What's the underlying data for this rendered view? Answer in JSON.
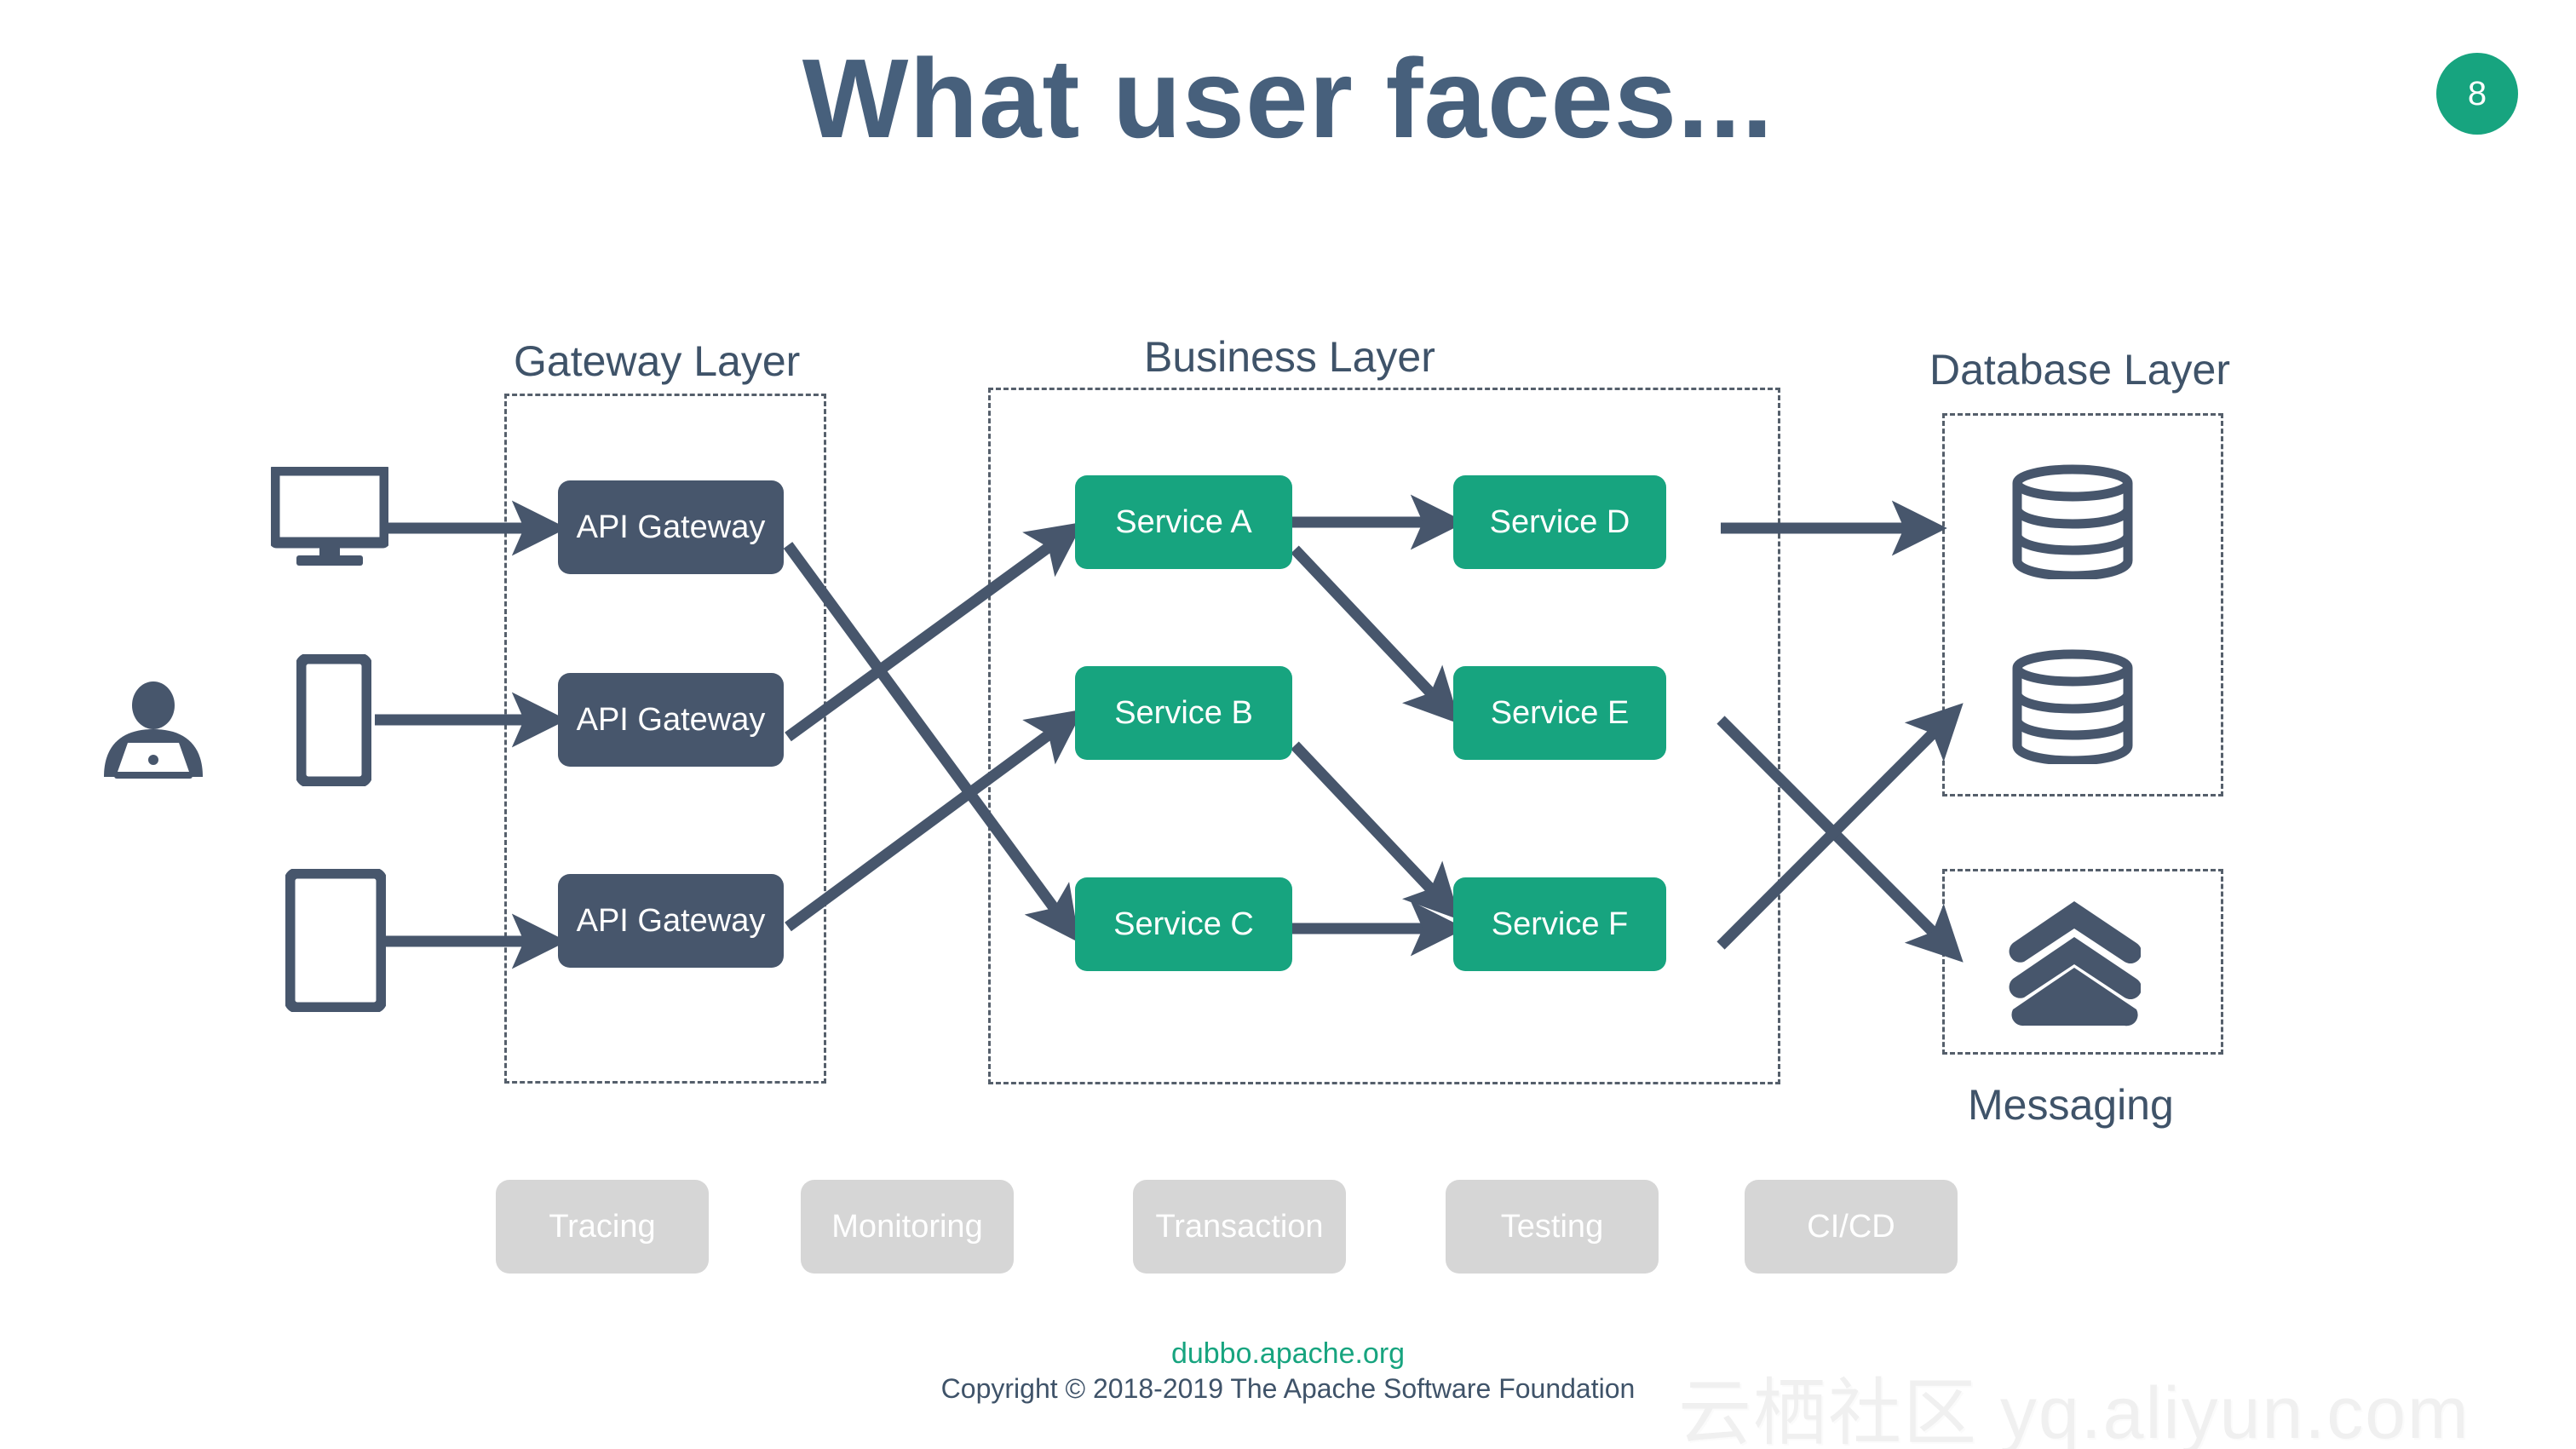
{
  "slide": {
    "title": "What user faces...",
    "page_number": "8",
    "accent_green": "#17a47f",
    "dark_slate": "#47566c",
    "label_color": "#3f5369",
    "pill_gray": "#d6d6d6"
  },
  "layers": {
    "gateway_label": "Gateway Layer",
    "business_label": "Business Layer",
    "database_label": "Database Layer",
    "messaging_label": "Messaging"
  },
  "clients": [
    {
      "name": "desktop-monitor-icon",
      "label": "desktop"
    },
    {
      "name": "mobile-phone-icon",
      "label": "phone"
    },
    {
      "name": "tablet-icon",
      "label": "tablet"
    }
  ],
  "user": {
    "icon": "person-with-laptop-icon"
  },
  "gateways": [
    {
      "label": "API Gateway"
    },
    {
      "label": "API Gateway"
    },
    {
      "label": "API Gateway"
    }
  ],
  "services": [
    {
      "label": "Service A"
    },
    {
      "label": "Service B"
    },
    {
      "label": "Service C"
    },
    {
      "label": "Service D"
    },
    {
      "label": "Service E"
    },
    {
      "label": "Service F"
    }
  ],
  "datastores": [
    {
      "icon": "database-cylinder-icon"
    },
    {
      "icon": "database-cylinder-icon"
    }
  ],
  "messaging": {
    "icon": "stacked-layers-icon"
  },
  "capabilities": [
    {
      "label": "Tracing"
    },
    {
      "label": "Monitoring"
    },
    {
      "label": "Transaction"
    },
    {
      "label": "Testing"
    },
    {
      "label": "CI/CD"
    }
  ],
  "connections": [
    {
      "from": "desktop",
      "to": "API Gateway 1"
    },
    {
      "from": "phone",
      "to": "API Gateway 2"
    },
    {
      "from": "tablet",
      "to": "API Gateway 3"
    },
    {
      "from": "API Gateway 1",
      "to": "Service C"
    },
    {
      "from": "API Gateway 2",
      "to": "Service A"
    },
    {
      "from": "API Gateway 3",
      "to": "Service B"
    },
    {
      "from": "Service A",
      "to": "Service D"
    },
    {
      "from": "Service A",
      "to": "Service E"
    },
    {
      "from": "Service B",
      "to": "Service F"
    },
    {
      "from": "Service C",
      "to": "Service F"
    },
    {
      "from": "Service D",
      "to": "Database 1"
    },
    {
      "from": "Service E",
      "to": "Messaging"
    },
    {
      "from": "Service F",
      "to": "Database 2"
    }
  ],
  "footer": {
    "site": "dubbo.apache.org",
    "copyright": "Copyright © 2018-2019 The Apache Software Foundation"
  },
  "watermark": {
    "text": "云栖社区 yq.aliyun.com"
  }
}
